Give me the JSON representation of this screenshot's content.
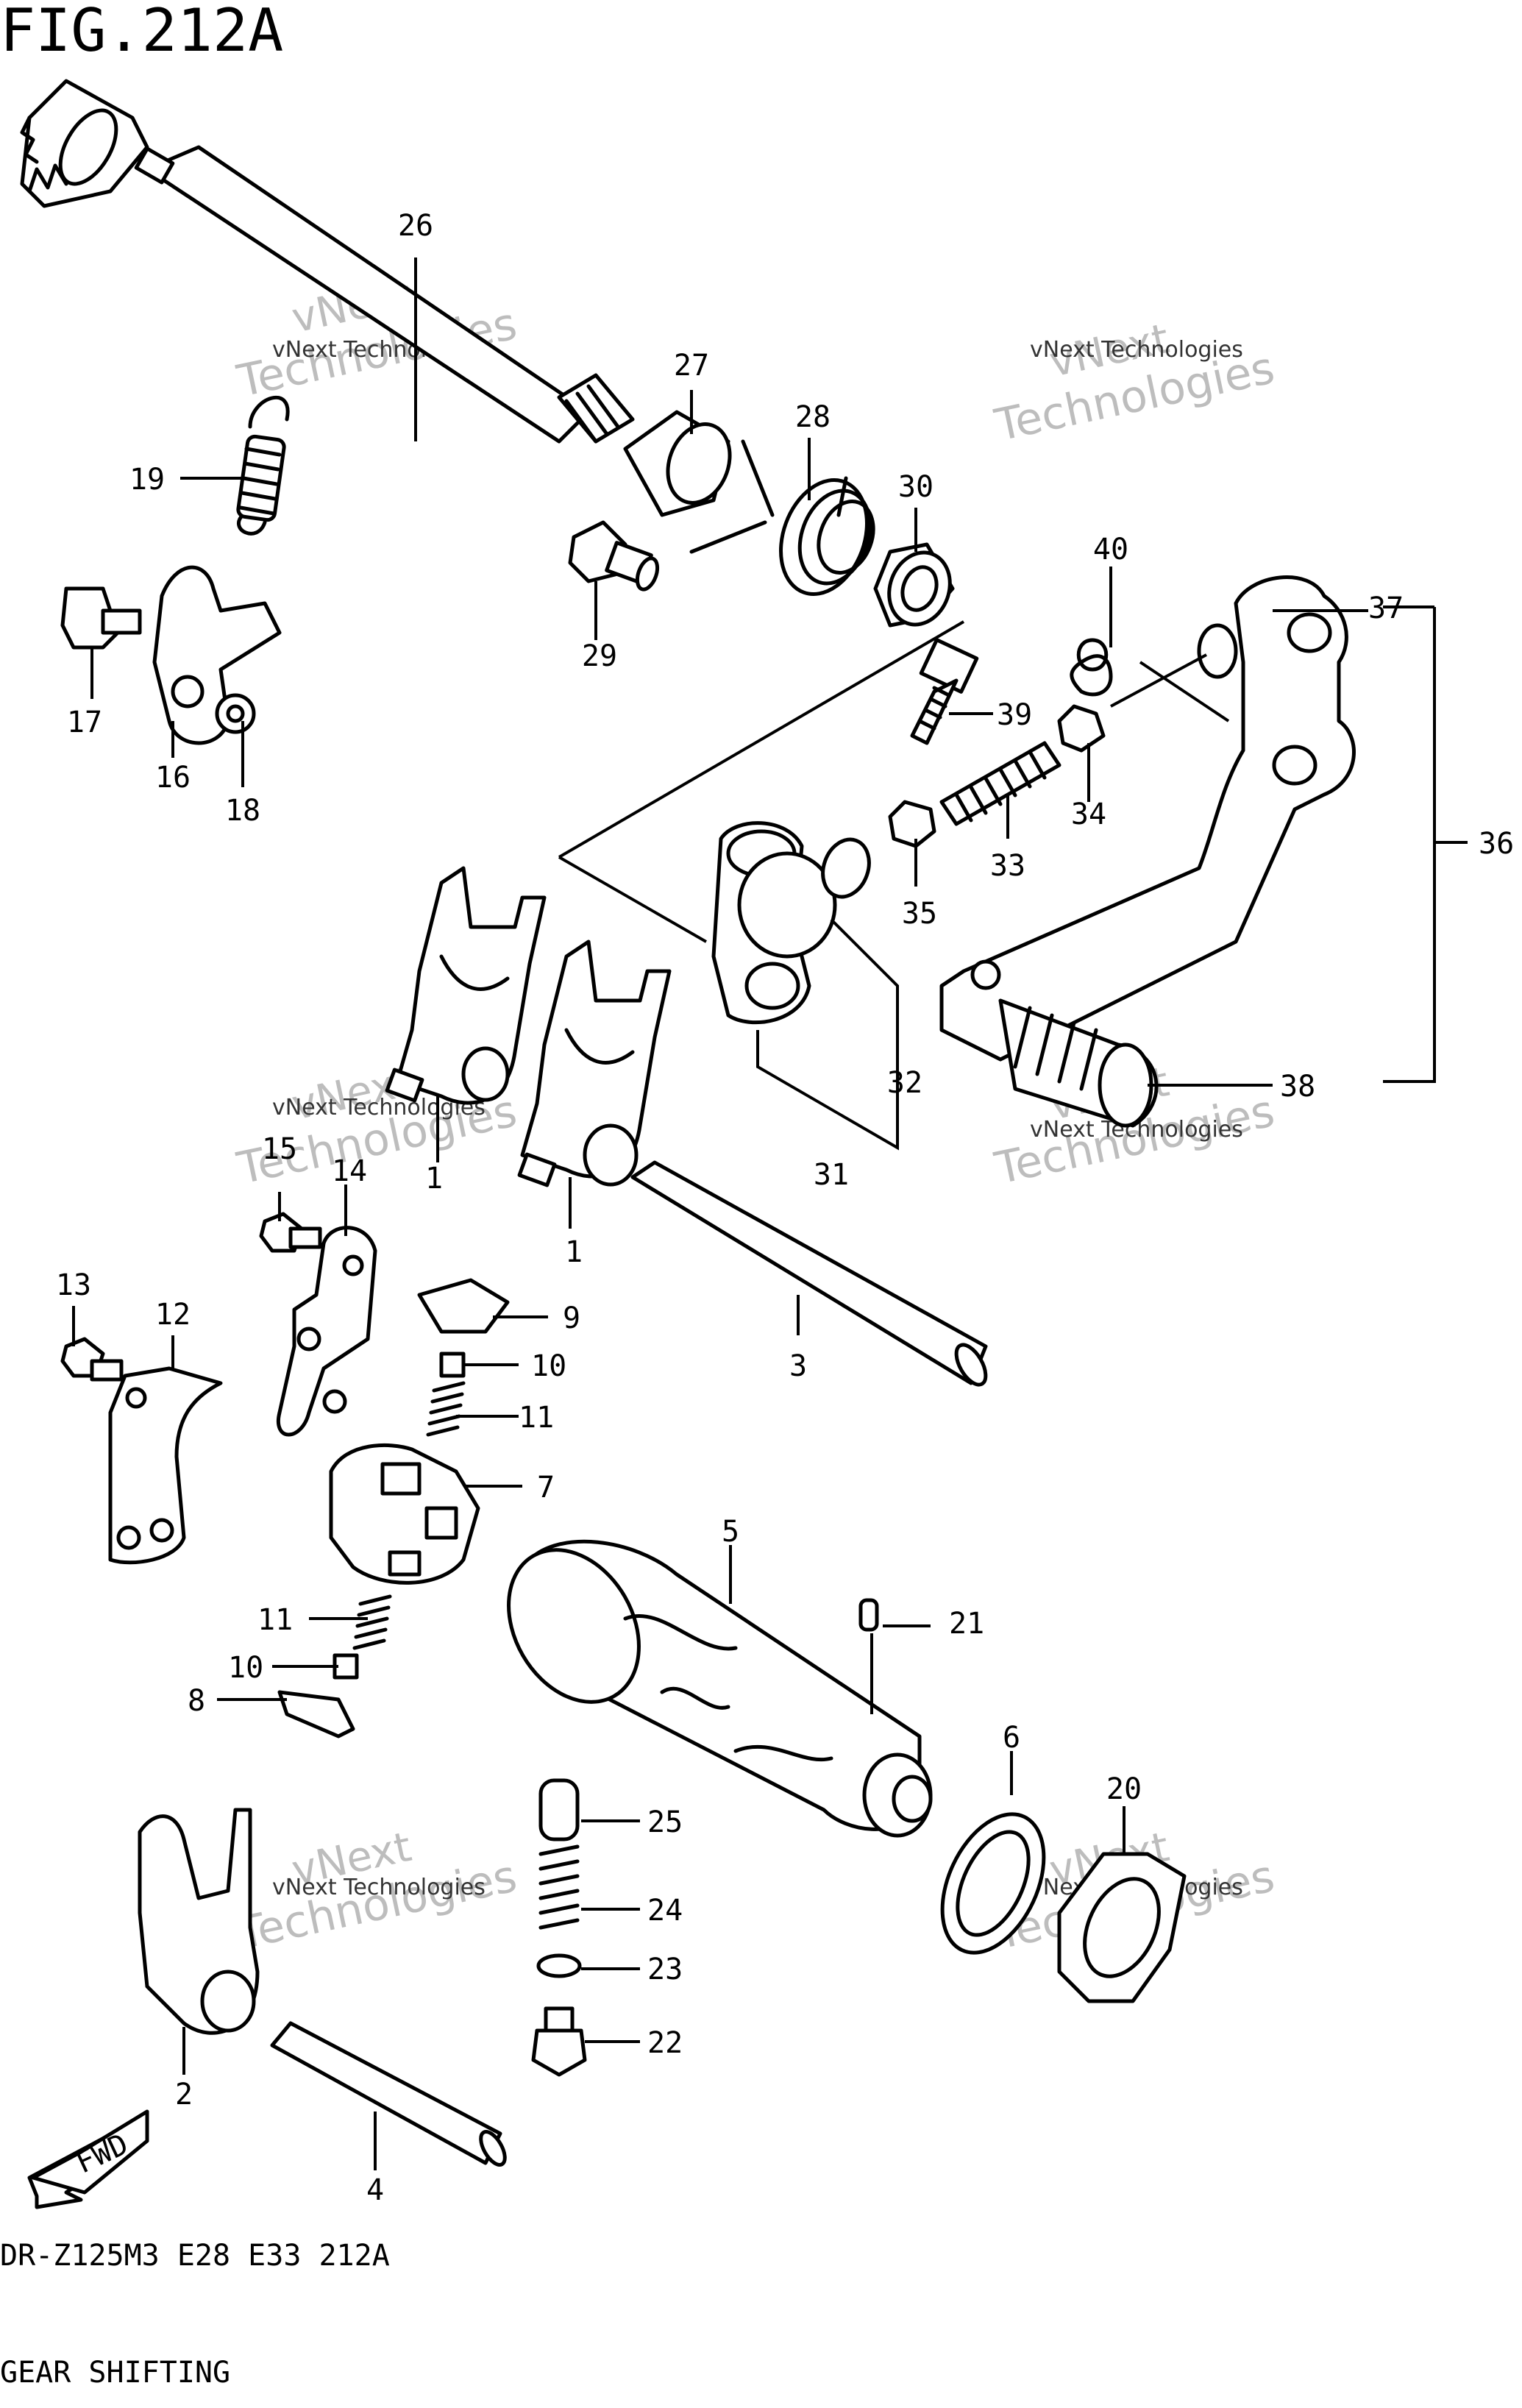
{
  "figure": {
    "title": "FIG.212A"
  },
  "footer": {
    "code": "DR-Z125M3 E28 E33 212A",
    "name": "GEAR SHIFTING"
  },
  "watermark": {
    "line1": "vNext",
    "line2": "Technologies",
    "caption": "vNext Technologies"
  },
  "fwd_arrow": {
    "label": "FWD"
  },
  "callouts": [
    {
      "id": "c1a",
      "label": "1"
    },
    {
      "id": "c1b",
      "label": "1"
    },
    {
      "id": "c2",
      "label": "2"
    },
    {
      "id": "c3",
      "label": "3"
    },
    {
      "id": "c4",
      "label": "4"
    },
    {
      "id": "c5",
      "label": "5"
    },
    {
      "id": "c6",
      "label": "6"
    },
    {
      "id": "c7",
      "label": "7"
    },
    {
      "id": "c8",
      "label": "8"
    },
    {
      "id": "c9",
      "label": "9"
    },
    {
      "id": "c10a",
      "label": "10"
    },
    {
      "id": "c10b",
      "label": "10"
    },
    {
      "id": "c11a",
      "label": "11"
    },
    {
      "id": "c11b",
      "label": "11"
    },
    {
      "id": "c12",
      "label": "12"
    },
    {
      "id": "c13",
      "label": "13"
    },
    {
      "id": "c14",
      "label": "14"
    },
    {
      "id": "c15",
      "label": "15"
    },
    {
      "id": "c16",
      "label": "16"
    },
    {
      "id": "c17",
      "label": "17"
    },
    {
      "id": "c18",
      "label": "18"
    },
    {
      "id": "c19",
      "label": "19"
    },
    {
      "id": "c20",
      "label": "20"
    },
    {
      "id": "c21",
      "label": "21"
    },
    {
      "id": "c22",
      "label": "22"
    },
    {
      "id": "c23",
      "label": "23"
    },
    {
      "id": "c24",
      "label": "24"
    },
    {
      "id": "c25",
      "label": "25"
    },
    {
      "id": "c26",
      "label": "26"
    },
    {
      "id": "c27",
      "label": "27"
    },
    {
      "id": "c28",
      "label": "28"
    },
    {
      "id": "c29",
      "label": "29"
    },
    {
      "id": "c30",
      "label": "30"
    },
    {
      "id": "c31",
      "label": "31"
    },
    {
      "id": "c32",
      "label": "32"
    },
    {
      "id": "c33",
      "label": "33"
    },
    {
      "id": "c34",
      "label": "34"
    },
    {
      "id": "c35",
      "label": "35"
    },
    {
      "id": "c36",
      "label": "36"
    },
    {
      "id": "c37",
      "label": "37"
    },
    {
      "id": "c38",
      "label": "38"
    },
    {
      "id": "c39",
      "label": "39"
    },
    {
      "id": "c40",
      "label": "40"
    }
  ]
}
